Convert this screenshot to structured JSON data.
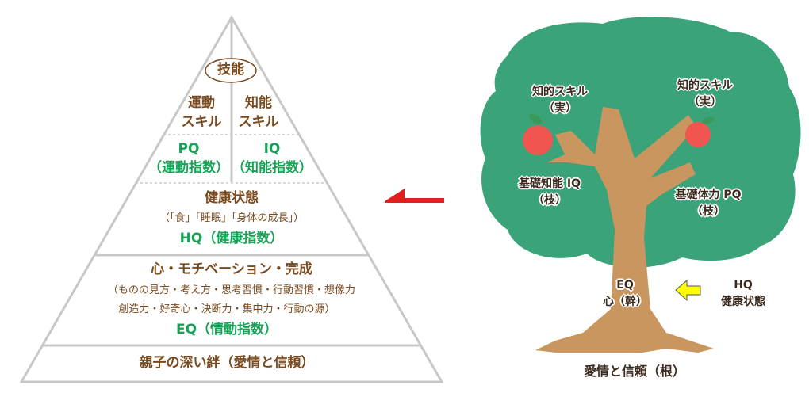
{
  "pyramid": {
    "skill_label": "技能",
    "motor_skill": [
      "運動",
      "スキル"
    ],
    "intellect_skill": [
      "知能",
      "スキル"
    ],
    "pq": [
      "PQ",
      "（運動指数）"
    ],
    "iq": [
      "IQ",
      "（知能指数）"
    ],
    "health_title": "健康状態",
    "health_detail": "（「食」「睡眠」「身体の成長」）",
    "hq": "HQ（健康指数）",
    "mind_title": "心・モチベーション・完成",
    "mind_detail_1": "（ものの見方・考え方・思考習慣・行動習慣・想像力",
    "mind_detail_2": "創造力・好奇心・決断力・集中力・行動の源）",
    "eq": "EQ（情動指数）",
    "base": "親子の深い絆（愛情と信頼）"
  },
  "tree": {
    "fruit_left": [
      "知的スキル",
      "（実）"
    ],
    "fruit_right": [
      "知的スキル",
      "（実）"
    ],
    "branch_left": [
      "基礎知能 IQ",
      "（枝）"
    ],
    "branch_right": [
      "基礎体力 PQ",
      "（枝）"
    ],
    "trunk": [
      "EQ",
      "心（幹）"
    ],
    "hq_input": [
      "HQ",
      "健康状態"
    ],
    "roots": "愛情と信頼（根）"
  },
  "colors": {
    "brown": "#7a4a1f",
    "green": "#17a356",
    "canopy": "#3aa37a",
    "trunk": "#c8965e",
    "apple": "#f05550",
    "arrow_red": "#e02020",
    "arrow_yellow": "#ffff00"
  }
}
